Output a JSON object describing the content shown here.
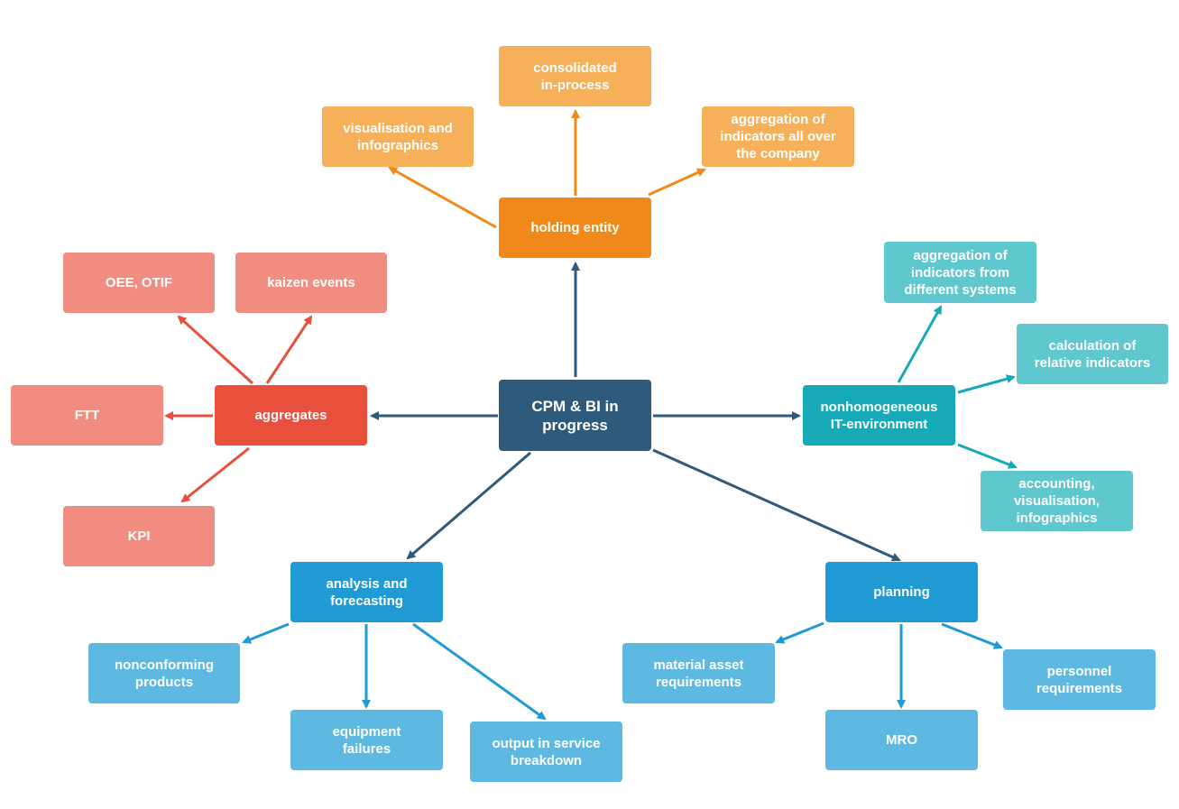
{
  "colors": {
    "center": "#2e5a7b",
    "orange_main": "#f0891a",
    "orange_sub": "#f5b059",
    "red_main": "#e84f3c",
    "red_sub": "#f08c80",
    "teal_main": "#16aab8",
    "teal_sub": "#5fc7ce",
    "blue_main": "#1f9ad4",
    "blue_sub": "#5db9e2"
  },
  "center": {
    "label": "CPM & BI in\nprogress"
  },
  "branches": {
    "holding": {
      "label": "holding entity",
      "children": [
        "visualisation and\ninfographics",
        "consolidated\nin-process",
        "aggregation of\nindicators all over\nthe company"
      ]
    },
    "aggregates": {
      "label": "aggregates",
      "children": [
        "OEE, OTIF",
        "kaizen events",
        "FTT",
        "KPI"
      ]
    },
    "it_env": {
      "label": "nonhomogeneous\nIT-environment",
      "children": [
        "aggregation of\nindicators from\ndifferent systems",
        "calculation of\nrelative indicators",
        "accounting,\nvisualisation,\ninfographics"
      ]
    },
    "analysis": {
      "label": "analysis and\nforecasting",
      "children": [
        "nonconforming\nproducts",
        "equipment\nfailures",
        "output in service\nbreakdown"
      ]
    },
    "planning": {
      "label": "planning",
      "children": [
        "material asset\nrequirements",
        "MRO",
        "personnel\nrequirements"
      ]
    }
  }
}
